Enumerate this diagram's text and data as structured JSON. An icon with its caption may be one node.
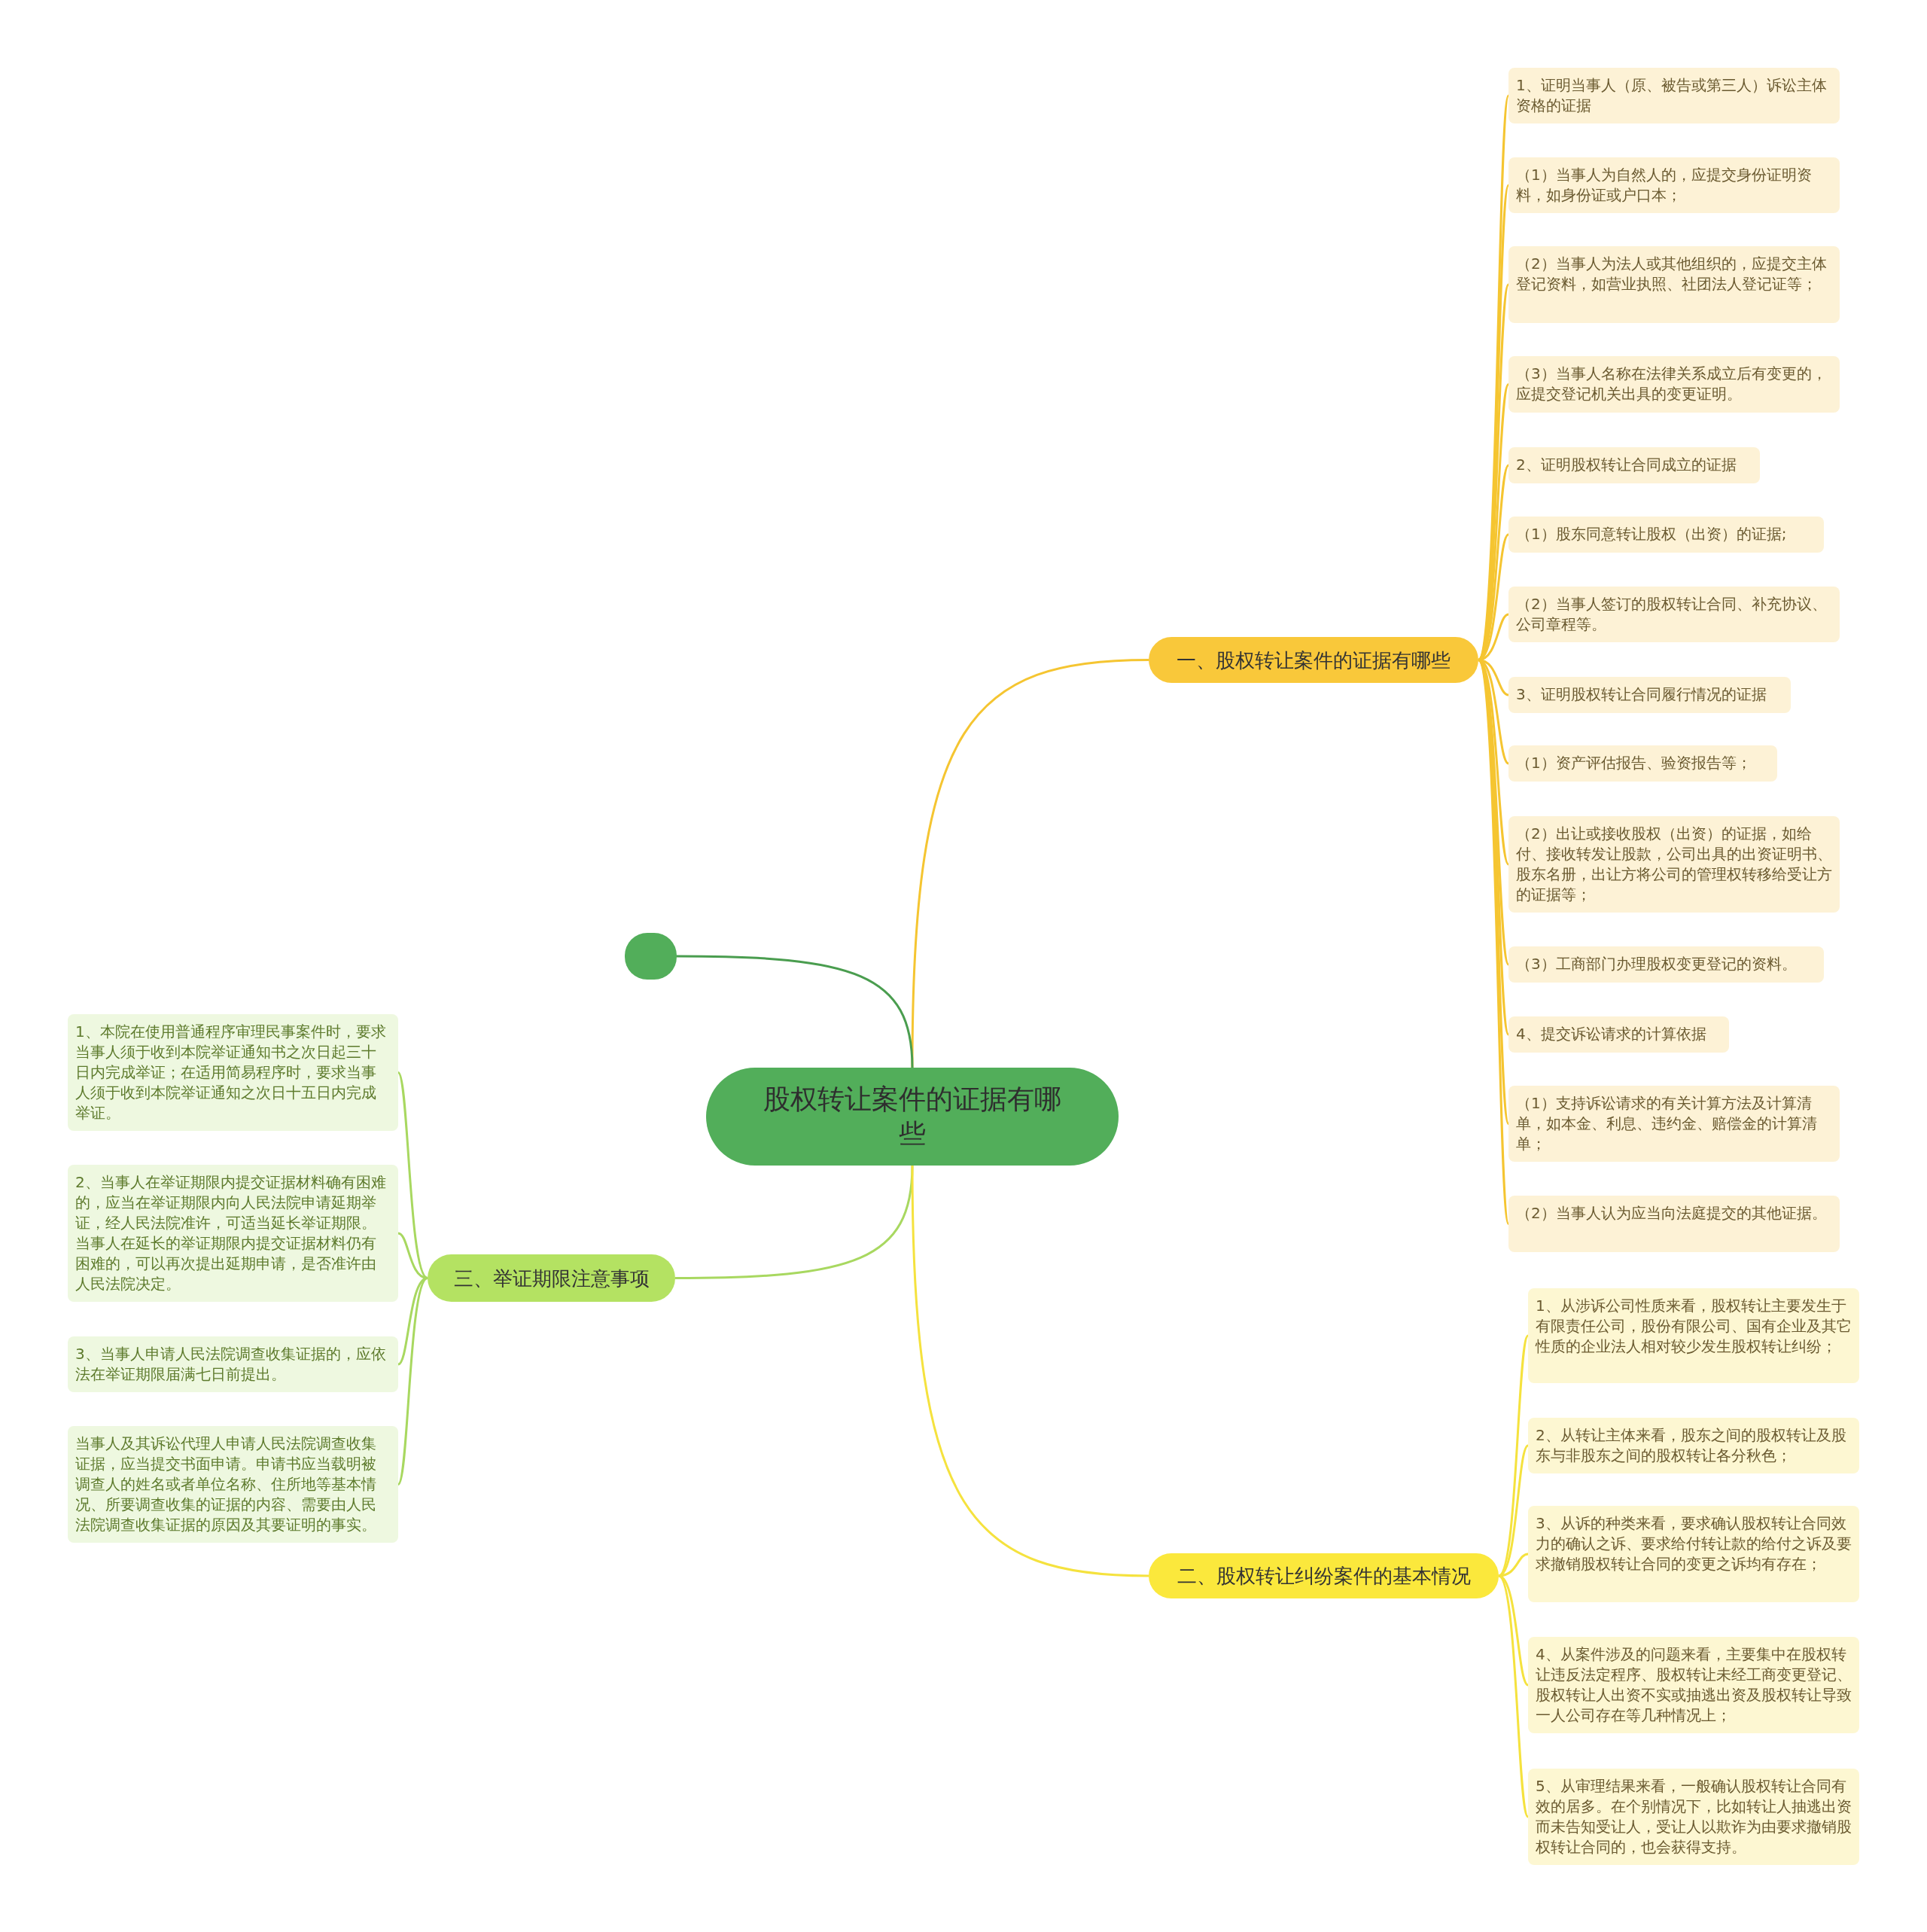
{
  "diagram": {
    "nodes": [
      {
        "text": [
          "股权转让案件的证据有哪些"
        ]
      },
      {
        "text": [
          "一、股权转让案件的证据有哪些"
        ]
      },
      {
        "text": [
          "1、证明当事人（原、被告或第三人）诉讼主体资格的证据"
        ]
      },
      {
        "text": [
          "（1）当事人为自然人的，应提交身份证明资料，如身份证或户口本；"
        ]
      },
      {
        "text": [
          "（2）当事人为法人或其他组织的，应提交主体登记资料，如营业执照、社团法人登记证等；"
        ]
      },
      {
        "text": [
          "（3）当事人名称在法律关系成立后有变更的，应提交登记机关出具的变更证明。"
        ]
      },
      {
        "text": [
          "2、证明股权转让合同成立的证据"
        ]
      },
      {
        "text": [
          "（1）股东同意转让股权（出资）的证据;"
        ]
      },
      {
        "text": [
          "（2）当事人签订的股权转让合同、补充协议、公司章程等。"
        ]
      },
      {
        "text": [
          "3、证明股权转让合同履行情况的证据"
        ]
      },
      {
        "text": [
          "（1）资产评估报告、验资报告等；"
        ]
      },
      {
        "text": [
          "（2）出让或接收股权（出资）的证据，如给付、接收转发让股款，公司出具的出资证明书、股东名册，出让方将公司的管理权转移给受让方的证据等；"
        ]
      },
      {
        "text": [
          "（3）工商部门办理股权变更登记的资料。"
        ]
      },
      {
        "text": [
          "4、提交诉讼请求的计算依据"
        ]
      },
      {
        "text": [
          "（1）支持诉讼请求的有关计算方法及计算清单，如本金、利息、违约金、赔偿金的计算清单；"
        ]
      },
      {
        "text": [
          "（2）当事人认为应当向法庭提交的其他证据。"
        ]
      },
      {
        "text": [],
        "shape": "box"
      },
      {
        "text": [
          "三、举证期限注意事项"
        ]
      },
      {
        "text": [
          "1、本院在使用普通程序审理民事案件时，要求当事人须于收到本院举证通知书之次日起三十日内完成举证；在适用简易程序时，要求当事人须于收到本院举证通知之次日十五日内完成举证。"
        ]
      },
      {
        "text": [
          "2、当事人在举证期限内提交证据材料确有困难的，应当在举证期限内向人民法院申请延期举证，经人民法院准许，可适当延长举证期限。当事人在延长的举证期限内提交证据材料仍有困难的，可以再次提出延期申请，是否准许由人民法院决定。"
        ]
      },
      {
        "text": [
          "3、当事人申请人民法院调查收集证据的，应依法在举证期限届满七日前提出。"
        ]
      },
      {
        "text": [
          "当事人及其诉讼代理人申请人民法院调查收集证据，应当提交书面申请。申请书应当载明被调查人的姓名或者单位名称、住所地等基本情况、所要调查收集的证据的内容、需要由人民法院调查收集证据的原因及其要证明的事实。"
        ]
      },
      {
        "text": [
          "二、股权转让纠纷案件的基本情况"
        ]
      },
      {
        "text": [
          "1、从涉诉公司性质来看，股权转让主要发生于有限责任公司，股份有限公司、国有企业及其它性质的企业法人相对较少发生股权转让纠纷；"
        ]
      },
      {
        "text": [
          "2、从转让主体来看，股东之间的股权转让及股东与非股东之间的股权转让各分秋色；"
        ]
      },
      {
        "text": [
          "3、从诉的种类来看，要求确认股权转让合同效力的确认之诉、要求给付转让款的给付之诉及要求撤销股权转让合同的变更之诉均有存在；"
        ]
      },
      {
        "text": [
          "4、从案件涉及的问题来看，主要集中在股权转让违反法定程序、股权转让未经工商变更登记、股权转让人出资不实或抽逃出资及股权转让导致一人公司存在等几种情况上；"
        ]
      },
      {
        "text": [
          "5、从审理结果来看，一般确认股权转让合同有效的居多。在个别情况下，比如转让人抽逃出资而未告知受让人，受让人以欺诈为由要求撤销股权转让合同的，也会获得支持。"
        ]
      }
    ],
    "edges": [
      {
        "from": 0,
        "to": 1,
        "arrow": "none"
      },
      {
        "from": 1,
        "to": 2,
        "arrow": "none"
      },
      {
        "from": 1,
        "to": 3,
        "arrow": "none"
      },
      {
        "from": 1,
        "to": 4,
        "arrow": "none"
      },
      {
        "from": 1,
        "to": 5,
        "arrow": "none"
      },
      {
        "from": 1,
        "to": 6,
        "arrow": "none"
      },
      {
        "from": 1,
        "to": 7,
        "arrow": "none"
      },
      {
        "from": 1,
        "to": 8,
        "arrow": "none"
      },
      {
        "from": 1,
        "to": 9,
        "arrow": "none"
      },
      {
        "from": 1,
        "to": 10,
        "arrow": "none"
      },
      {
        "from": 1,
        "to": 11,
        "arrow": "none"
      },
      {
        "from": 1,
        "to": 12,
        "arrow": "none"
      },
      {
        "from": 1,
        "to": 13,
        "arrow": "none"
      },
      {
        "from": 1,
        "to": 14,
        "arrow": "none"
      },
      {
        "from": 1,
        "to": 15,
        "arrow": "none"
      },
      {
        "from": 0,
        "to": 16,
        "arrow": "none",
        "color": "#4a9d4f"
      },
      {
        "from": 0,
        "to": 17,
        "arrow": "none",
        "color": "#a8d860"
      },
      {
        "from": 17,
        "to": 18,
        "arrow": "none",
        "color": "#a8d860"
      },
      {
        "from": 17,
        "to": 19,
        "arrow": "none",
        "color": "#a8d860"
      },
      {
        "from": 17,
        "to": 20,
        "arrow": "none",
        "color": "#a8d860"
      },
      {
        "from": 17,
        "to": 21,
        "arrow": "none",
        "color": "#a8d860"
      },
      {
        "from": 0,
        "to": 22,
        "arrow": "none",
        "color": "#f5e23e"
      },
      {
        "from": 22,
        "to": 23,
        "arrow": "none",
        "color": "#f5e23e"
      },
      {
        "from": 22,
        "to": 24,
        "arrow": "none",
        "color": "#f5e23e"
      },
      {
        "from": 22,
        "to": 25,
        "arrow": "none",
        "color": "#f5e23e"
      },
      {
        "from": 22,
        "to": 26,
        "arrow": "none",
        "color": "#f5e23e"
      },
      {
        "from": 22,
        "to": 27,
        "arrow": "none",
        "color": "#f5e23e"
      }
    ]
  }
}
